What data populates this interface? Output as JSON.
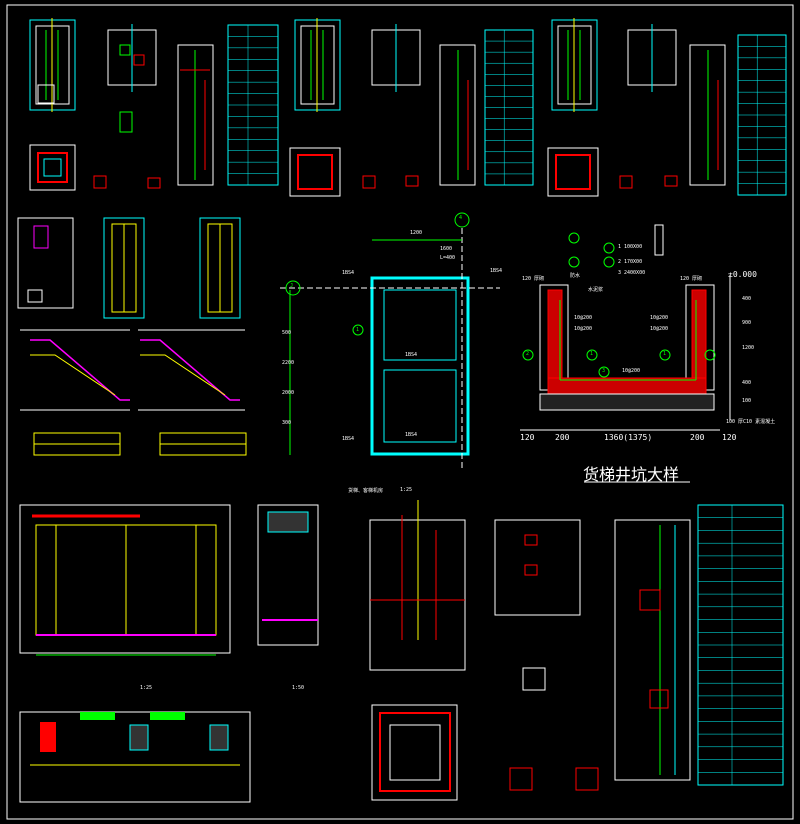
{
  "sheet": {
    "main_title": "货梯井坑大样",
    "colors": {
      "background": "#000000",
      "cyan": "#00ffff",
      "green": "#00ff00",
      "yellow": "#ffff00",
      "red": "#ff0000",
      "magenta": "#ff00ff",
      "white": "#ffffff",
      "blue": "#4060ff",
      "gray": "#808080"
    },
    "pit_detail": {
      "elevation_top": "±0.000",
      "left_level": "120 厚砌",
      "right_level": "120 厚砌",
      "bar_upper_left": "10@200",
      "bar_mid_left": "10@200",
      "bar_upper_right": "10@200",
      "bar_mid_right": "10@200",
      "bar_bottom": "10@200",
      "note_top": "防水",
      "note_top2": "水泥浆",
      "dim_bottom": [
        "120",
        "200",
        "1360(1375)",
        "200",
        "120"
      ],
      "dim_right": [
        "400",
        "900",
        "1200",
        "400",
        "100"
      ],
      "base_note": "100 厚C10 素混凝土",
      "callouts": [
        "1",
        "2",
        "3"
      ],
      "legend": [
        "1 100X00",
        "2 170X00",
        "3 2400X00"
      ]
    },
    "plan_detail": {
      "axis_top": "4",
      "axis_left": "J",
      "dim_top": [
        "1200",
        "1600"
      ],
      "dims_left": [
        "500",
        "2200",
        "2000",
        "300"
      ],
      "callout": "1",
      "scale_note": "1:25",
      "labels": [
        "1BS4",
        "1BS4",
        "L=400",
        "1BS4",
        "1BS4",
        "1BS4"
      ]
    },
    "section_labels": {
      "mid_title": "货梯、客梯机房",
      "mid_scale": "1:25",
      "bottom_left": "1:25",
      "bottom_mid": "1:50"
    }
  }
}
